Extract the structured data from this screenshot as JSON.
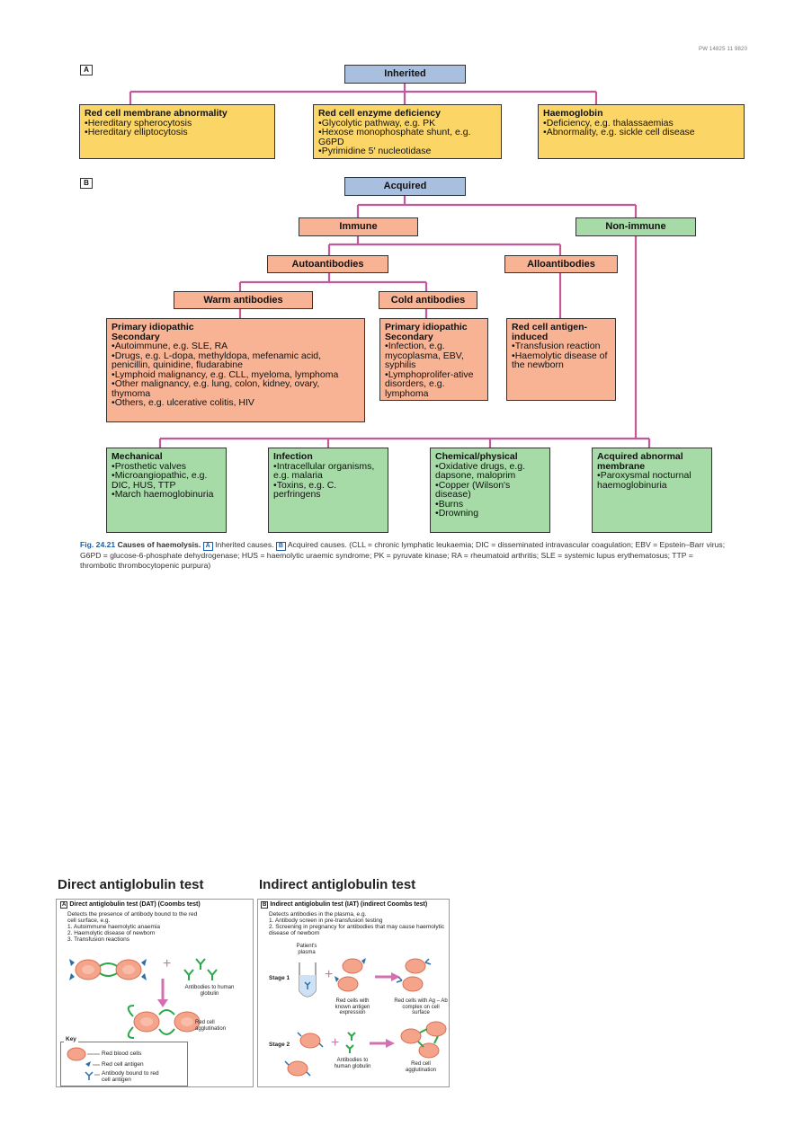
{
  "header_code": "PW 14825 11 9820",
  "panel_a": {
    "letter": "A",
    "root": "Inherited",
    "boxes": [
      {
        "title": "Red cell membrane abnormality",
        "items": [
          "Hereditary spherocytosis",
          "Hereditary elliptocytosis"
        ]
      },
      {
        "title": "Red cell enzyme deficiency",
        "items": [
          "Glycolytic pathway, e.g. PK",
          "Hexose monophosphate shunt, e.g. G6PD",
          "Pyrimidine 5′ nucleotidase"
        ]
      },
      {
        "title": "Haemoglobin",
        "items": [
          "Deficiency, e.g. thalassaemias",
          "Abnormality, e.g. sickle cell disease"
        ]
      }
    ]
  },
  "panel_b": {
    "letter": "B",
    "root": "Acquired",
    "immune": "Immune",
    "non_immune": "Non-immune",
    "autoantibodies": "Autoantibodies",
    "alloantibodies": "Alloantibodies",
    "warm": "Warm antibodies",
    "cold": "Cold antibodies",
    "warm_box": {
      "primary": "Primary idiopathic",
      "secondary": "Secondary",
      "items": [
        "Autoimmune, e.g. SLE, RA",
        "Drugs, e.g. L-dopa, methyldopa, mefenamic acid, penicillin, quinidine, fludarabine",
        "Lymphoid malignancy, e.g. CLL, myeloma, lymphoma",
        "Other malignancy, e.g. lung, colon, kidney, ovary, thymoma",
        "Others, e.g. ulcerative colitis, HIV"
      ]
    },
    "cold_box": {
      "primary": "Primary idiopathic",
      "secondary": "Secondary",
      "items": [
        "Infection, e.g. mycoplasma, EBV, syphilis",
        "Lymphoprolifer-ative disorders, e.g. lymphoma"
      ]
    },
    "allo_box": {
      "title": "Red cell antigen-induced",
      "items": [
        "Transfusion reaction",
        "Haemolytic disease of the newborn"
      ]
    },
    "nonimmune_boxes": [
      {
        "title": "Mechanical",
        "items": [
          "Prosthetic valves",
          "Microangiopathic, e.g. DIC, HUS, TTP",
          "March haemoglobinuria"
        ]
      },
      {
        "title": "Infection",
        "items": [
          "Intracellular organisms, e.g. malaria",
          "Toxins, e.g. C. perfringens"
        ]
      },
      {
        "title": "Chemical/physical",
        "items": [
          "Oxidative drugs, e.g. dapsone, maloprim",
          "Copper (Wilson's disease)",
          "Burns",
          "Drowning"
        ]
      },
      {
        "title": "Acquired abnormal membrane",
        "items": [
          "Paroxysmal nocturnal haemoglobinuria"
        ]
      }
    ]
  },
  "caption": {
    "fig": "Fig. 24.21",
    "title": "Causes of haemolysis.",
    "a_text": "Inherited causes.",
    "b_text": "Acquired causes. (CLL = chronic lymphatic leukaemia; DIC = disseminated intravascular coagulation; EBV = Epstein–Barr virus; G6PD = glucose-6-phosphate dehydrogenase; HUS = haemolytic uraemic syndrome; PK = pyruvate kinase; RA = rheumatoid arthritis; SLE = systemic lupus erythematosus; TTP = thrombotic thrombocytopenic purpura)"
  },
  "direct": {
    "heading": "Direct antiglobulin test",
    "panel_title": "Direct antiglobulin test (DAT) (Coombs test)",
    "desc": "Detects the presence of antibody bound to the red cell surface, e.g.",
    "list": [
      "1. Autoimmune haemolytic anaemia",
      "2. Haemolytic disease of newborn",
      "3. Transfusion reactions"
    ],
    "antibodies_label": "Antibodies to human globulin",
    "agglutination_label": "Red cell agglutination",
    "key_title": "Key",
    "key_items": [
      "Red blood cells",
      "Red cell antigen",
      "Antibody bound to red cell antigen"
    ]
  },
  "indirect": {
    "heading": "Indirect antiglobulin test",
    "panel_title": "Indirect antiglobulin test (IAT) (indirect Coombs test)",
    "desc": "Detects antibodies in the plasma, e.g.",
    "list": [
      "1. Antibody screen in pre-transfusion testing",
      "2. Screening in pregnancy for antibodies that may cause haemolytic disease of newborn"
    ],
    "plasma_label": "Patient's plasma",
    "stage1": "Stage 1",
    "stage2": "Stage 2",
    "known_label": "Red cells with known antigen expression",
    "complex_label": "Red cells with Ag – Ab complex on cell surface",
    "antibodies_label": "Antibodies to human globulin",
    "agglutination_label": "Red cell agglutination"
  }
}
